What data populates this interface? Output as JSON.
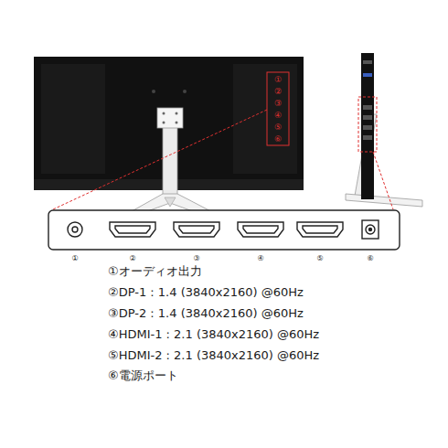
{
  "diagram": {
    "labels": [
      "①",
      "②",
      "③",
      "④",
      "⑤",
      "⑥",
      "①",
      "②",
      "③",
      "④",
      "⑤",
      "⑥",
      "①オーディオ出力",
      "②DP-1 : 1.4 (3840x2160) @60Hz",
      "③DP-2 : 1.4 (3840x2160) @60Hz",
      "④HDMI-1 : 2.1 (3840x2160) @60Hz",
      "⑤HDMI-2 : 2.1 (3840x2160) @60Hz",
      "⑥電源ポート"
    ]
  }
}
